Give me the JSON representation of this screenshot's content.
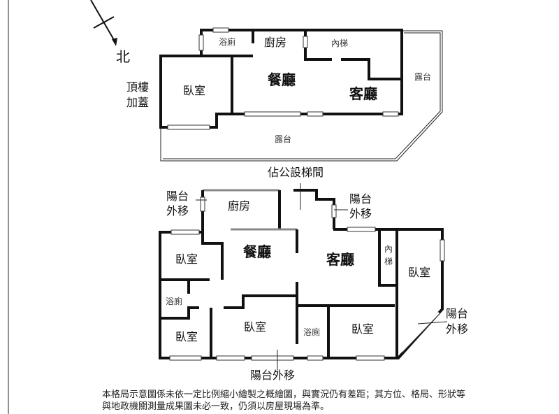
{
  "compass": {
    "north_label": "北"
  },
  "upper_floor": {
    "side_label_line1": "頂樓",
    "side_label_line2": "加蓋",
    "rooms": {
      "bath": "浴廁",
      "kitchen": "廚房",
      "stairs": "內梯",
      "dining": "餐廳",
      "living": "客廳",
      "bedroom": "臥室",
      "terrace_right": "露台",
      "terrace_bottom": "露台"
    }
  },
  "lower_floor": {
    "public_stairs": "佔公設梯間",
    "balcony_moved_left_line1": "陽台",
    "balcony_moved_left_line2": "外移",
    "balcony_moved_top_line1": "陽台",
    "balcony_moved_top_line2": "外移",
    "balcony_moved_right_line1": "陽台",
    "balcony_moved_right_line2": "外移",
    "balcony_moved_bottom": "陽台外移",
    "rooms": {
      "kitchen": "廚房",
      "dining": "餐廳",
      "living": "客廳",
      "stairs_line1": "內",
      "stairs_line2": "梯",
      "bedroom_upper_left": "臥室",
      "bath_left": "浴廁",
      "bedroom_lower_left": "臥室",
      "bedroom_middle": "臥室",
      "bath_middle": "浴廁",
      "bedroom_lower_right": "臥室",
      "bedroom_right": "臥室"
    }
  },
  "disclaimer": "本格局示意圖係未依一定比例縮小繪製之概繪圖，與實況仍有差距；其方位、格局、形狀等與地政機關測量成果圖未必一致，仍須以房屋現場為準。"
}
